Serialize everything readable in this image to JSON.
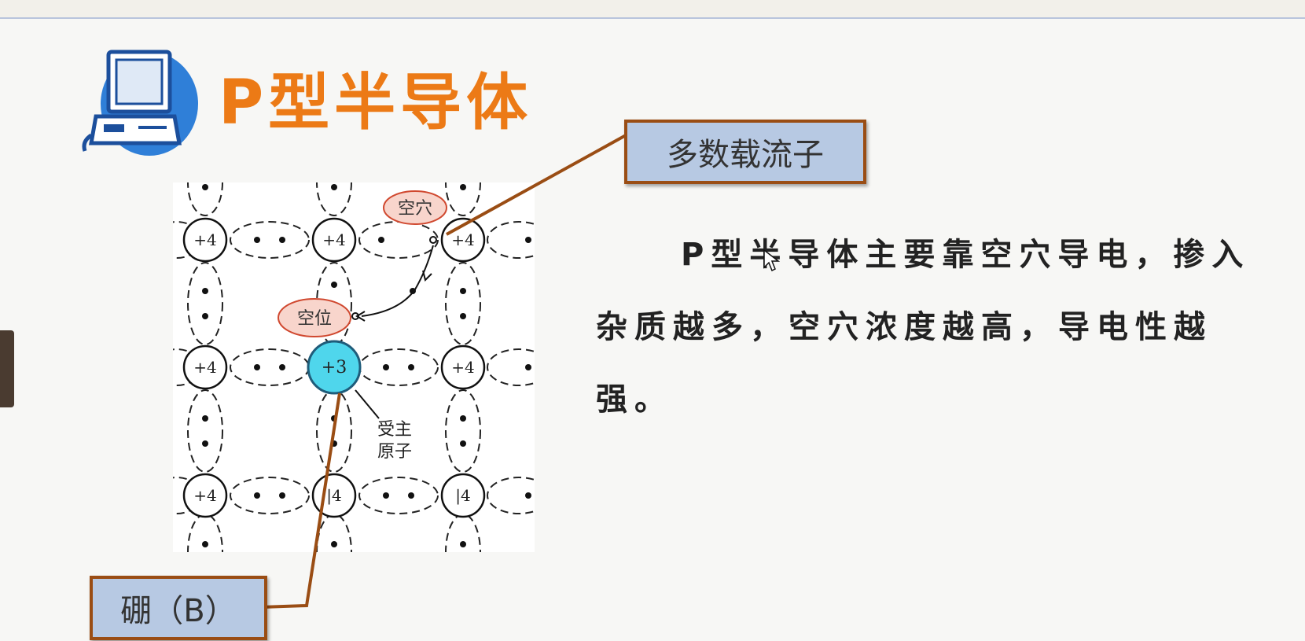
{
  "title": "P型半导体",
  "colors": {
    "title": "#ec7a16",
    "callout_fill": "#b7c9e3",
    "callout_border": "#9a4d14",
    "acceptor": "#4fd6ec"
  },
  "icons": {
    "logo": "computer-icon"
  },
  "diagram": {
    "host_charge": "+4",
    "host_charge_faded": "|4",
    "acceptor_charge": "+3",
    "hole_label": "空穴",
    "vacancy_label": "空位",
    "acceptor_label_line1": "受主",
    "acceptor_label_line2": "原子"
  },
  "callouts": {
    "majority_carrier": "多数载流子",
    "boron": "硼（B）"
  },
  "description": "P型半导体主要靠空穴导电，掺入杂质越多，空穴浓度越高，导电性越强。"
}
